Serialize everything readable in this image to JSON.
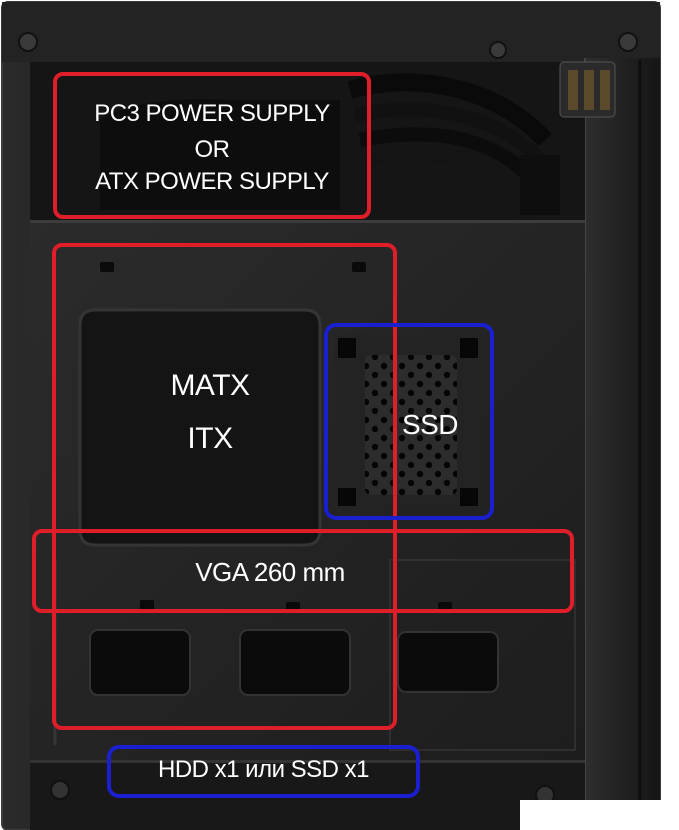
{
  "image": {
    "subject": "pc-case-interior",
    "background_color": "#ffffff",
    "case_color": "#1b1b1b"
  },
  "colors": {
    "psu_zone_outline": "#e01e2a",
    "board_zone_outline": "#e01e2a",
    "vga_zone_outline": "#e01e2a",
    "ssd_zone_outline": "#1a1fd0",
    "drive_zone_outline": "#1a1fd0",
    "label_text": "#ffffff"
  },
  "labels": {
    "psu_line1": "PC3 POWER SUPPLY",
    "psu_line2": "OR",
    "psu_line3": "ATX POWER SUPPLY",
    "board_line1": "MATX",
    "board_line2": "ITX",
    "ssd": "SSD",
    "vga": "VGA 260 mm",
    "drive": "HDD x1 или SSD x1"
  }
}
